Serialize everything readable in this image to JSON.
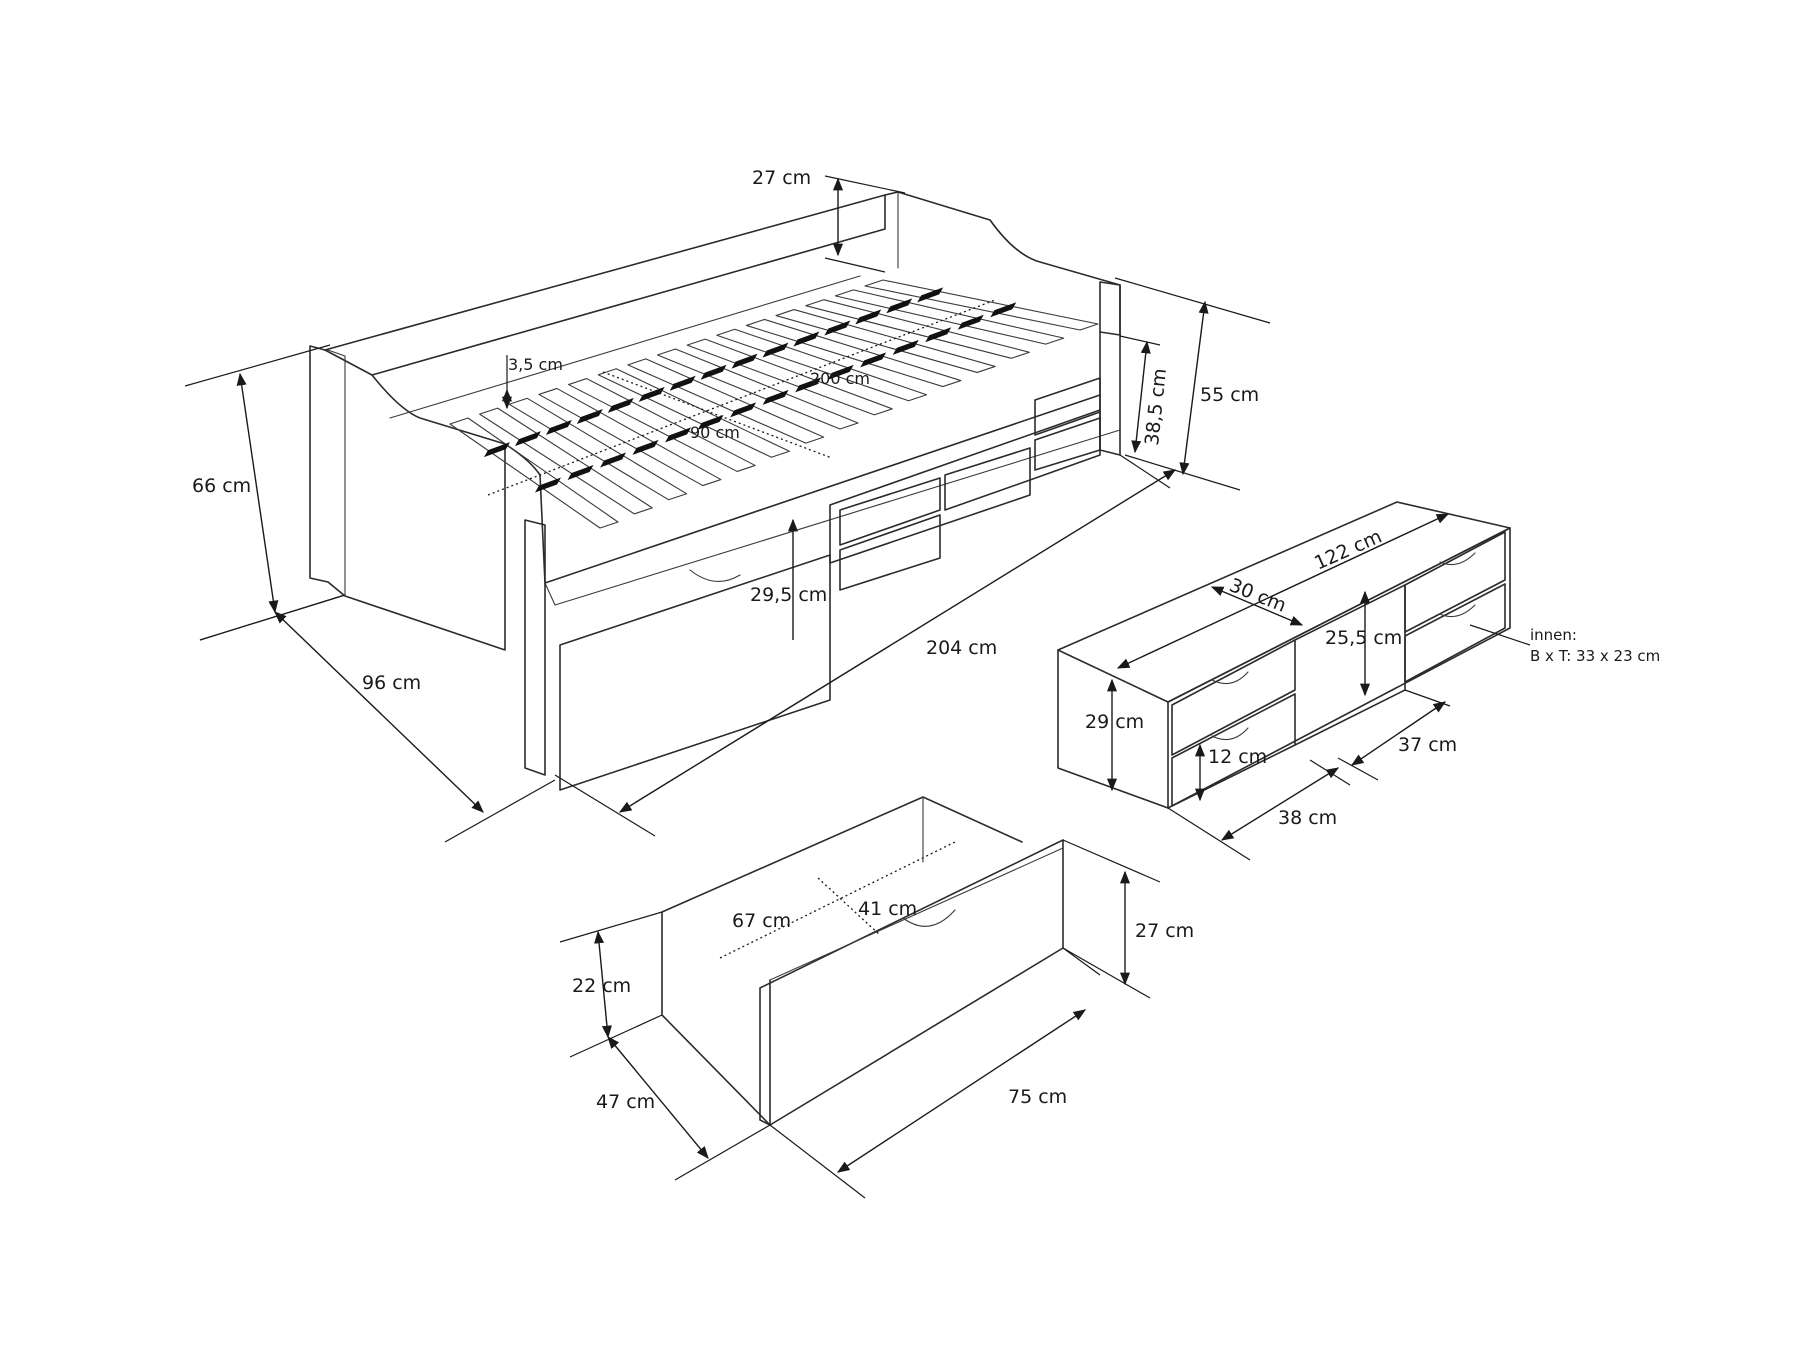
{
  "labels": {
    "bed_rail_height": "27 cm",
    "slat_thickness": "3,5 cm",
    "inner_length": "200 cm",
    "inner_width": "90 cm",
    "bed_height": "66 cm",
    "headboard_height": "55 cm",
    "side_height": "38,5 cm",
    "underbed_height": "29,5 cm",
    "bed_length": "204 cm",
    "bed_depth": "96 cm",
    "unit_length": "122 cm",
    "unit_depth": "30 cm",
    "shelf_height": "25,5 cm",
    "unit_height": "29 cm",
    "drawer_small_height": "12 cm",
    "shelf_width": "37 cm",
    "drawer_unit_width": "38 cm",
    "inner_note_line1": "innen:",
    "inner_note_line2": "B x T: 33 x 23 cm",
    "drawer_inner_length": "67 cm",
    "drawer_inner_width": "41 cm",
    "drawer_front_height": "27 cm",
    "drawer_box_height": "22 cm",
    "drawer_depth": "47 cm",
    "drawer_length": "75 cm"
  },
  "colors": {
    "line": "#2b2b2b",
    "text": "#1a1a1a",
    "strap": "#111111"
  }
}
